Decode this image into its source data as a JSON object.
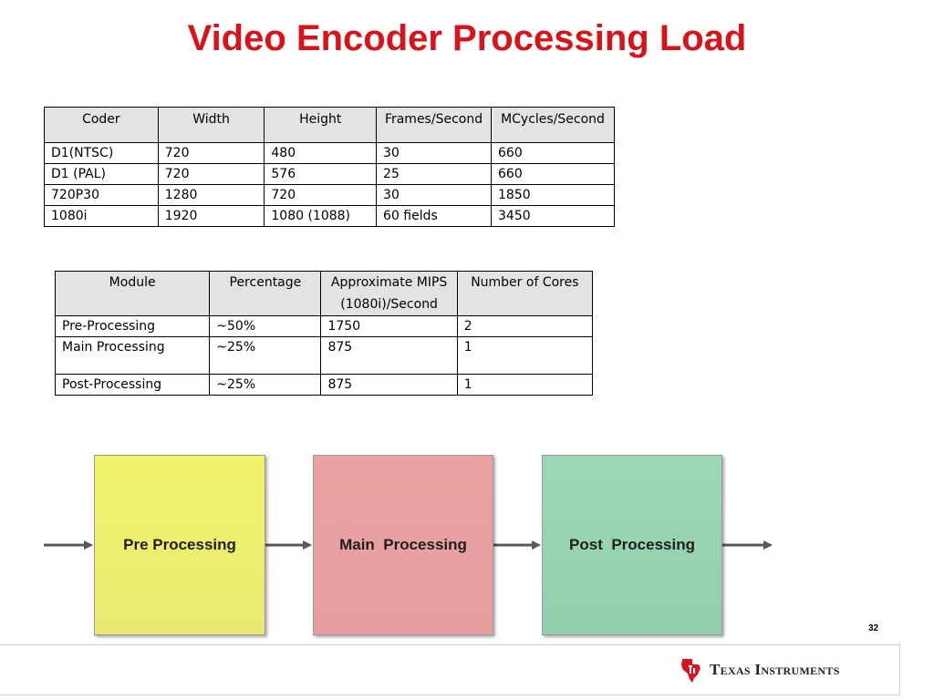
{
  "slide": {
    "title": "Video Encoder Processing Load",
    "page_number": "32"
  },
  "table1": {
    "headers": [
      "Coder",
      "Width",
      "Height",
      "Frames/Second",
      "MCycles/Second"
    ],
    "rows": [
      [
        "D1(NTSC)",
        "720",
        "480",
        "30",
        "660"
      ],
      [
        "D1 (PAL)",
        "720",
        "576",
        "25",
        "660"
      ],
      [
        "720P30",
        "1280",
        "720",
        "30",
        "1850"
      ],
      [
        "1080i",
        "1920",
        "1080 (1088)",
        "60 fields",
        "3450"
      ]
    ]
  },
  "table2": {
    "headers": [
      "Module",
      "Percentage",
      "Approximate MIPS (1080i)/Second",
      "Number of Cores"
    ],
    "rows": [
      [
        "Pre-Processing",
        "~50%",
        "1750",
        "2"
      ],
      [
        "Main Processing",
        "~25%",
        "875",
        "1"
      ],
      [
        "Post-Processing",
        "~25%",
        "875",
        "1"
      ]
    ]
  },
  "diagram": {
    "blocks": [
      {
        "label": "Pre Processing",
        "color": "#f0f26c"
      },
      {
        "label": "Main  Processing",
        "color": "#eaa0a0"
      },
      {
        "label": "Post  Processing",
        "color": "#97d4b2"
      }
    ],
    "arrow_color": "#595959"
  },
  "footer": {
    "logo_text": "Texas Instruments",
    "brand_color": "#d7141a"
  }
}
